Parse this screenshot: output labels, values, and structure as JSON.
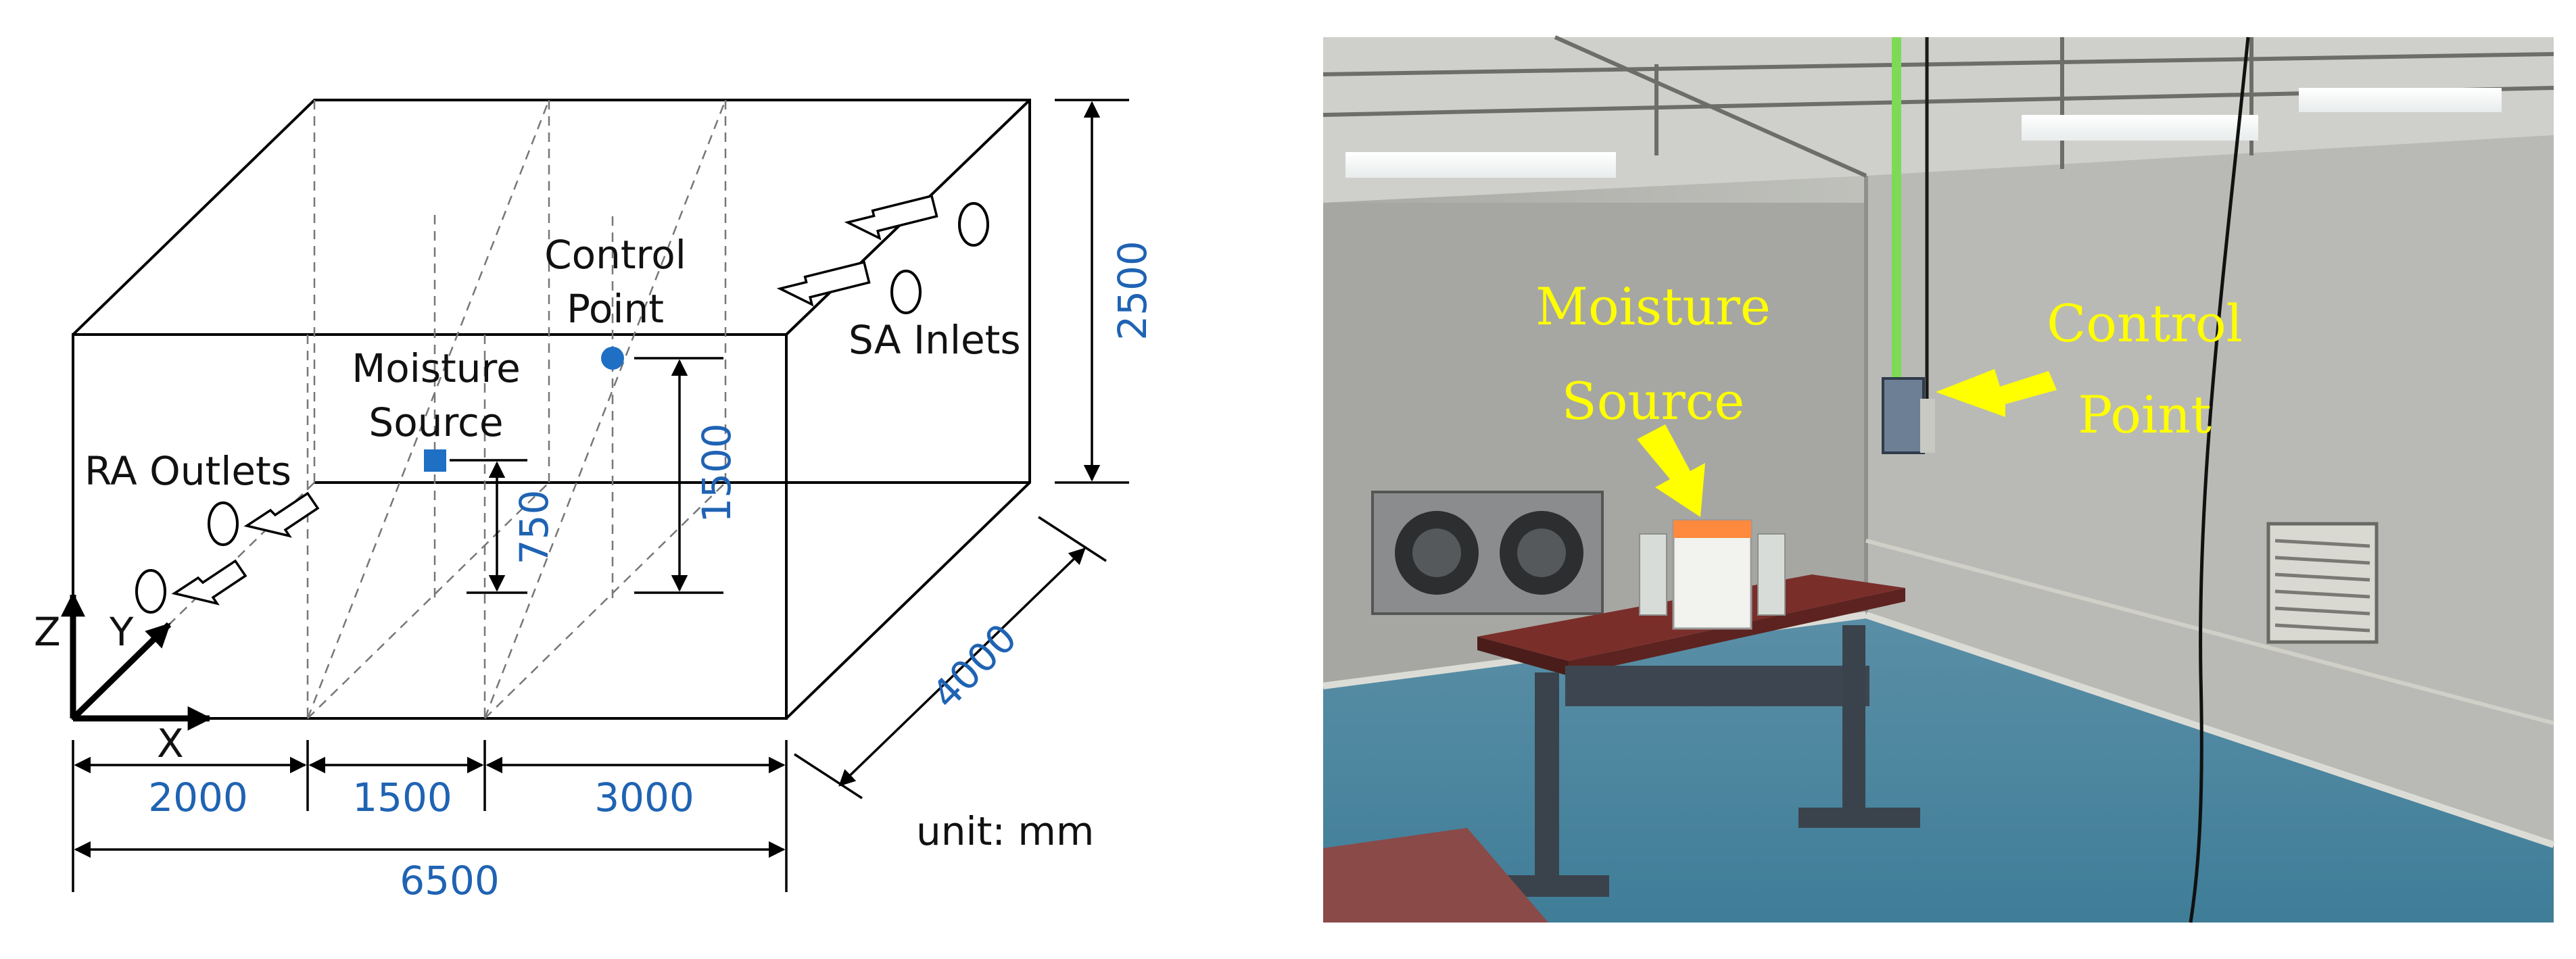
{
  "diagram": {
    "axes": {
      "x": "X",
      "y": "Y",
      "z": "Z"
    },
    "labels": {
      "control_point_line1": "Control",
      "control_point_line2": "Point",
      "moisture_source_line1": "Moisture",
      "moisture_source_line2": "Source",
      "sa_inlets": "SA Inlets",
      "ra_outlets": "RA Outlets"
    },
    "dimensions": {
      "height": "2500",
      "depth": "4000",
      "control_point_height": "1500",
      "moisture_source_height": "750",
      "seg_a": "2000",
      "seg_b": "1500",
      "seg_c": "3000",
      "total_length": "6500"
    },
    "unit": "unit: mm",
    "colors": {
      "dimension": "#1f63b3",
      "marker": "#1f6fc4",
      "photo_label": "#ffff00"
    }
  },
  "photo": {
    "labels": {
      "moisture_source_line1": "Moisture",
      "moisture_source_line2": "Source",
      "control_point_line1": "Control",
      "control_point_line2": "Point"
    }
  }
}
